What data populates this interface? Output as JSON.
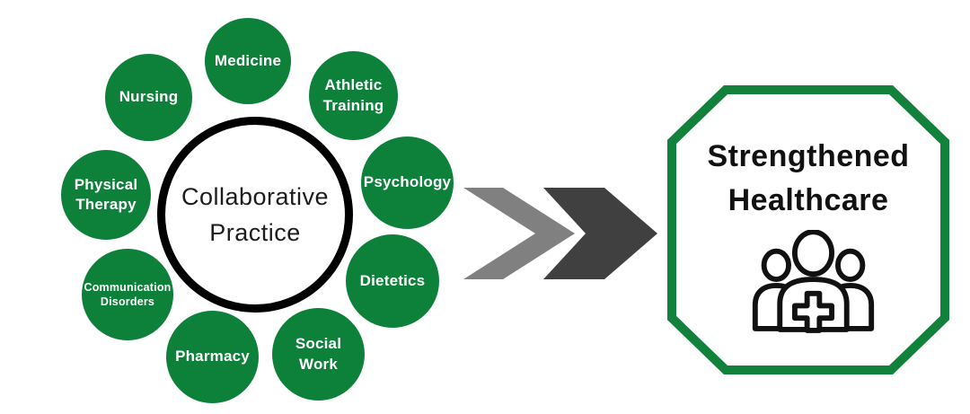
{
  "title": "Collaborative practice to strengthened healthcare diagram",
  "colors": {
    "circle_green": "#0d8039",
    "octagon_green": "#12813c",
    "chevron_light": "#808080",
    "chevron_dark": "#404040",
    "outline_black": "#000000",
    "label_white": "#ffffff"
  },
  "hub": {
    "line1": "Collaborative",
    "line2": "Practice"
  },
  "disciplines": [
    {
      "label": "Medicine"
    },
    {
      "label": "Nursing"
    },
    {
      "label": "Athletic\nTraining"
    },
    {
      "label": "Physical\nTherapy"
    },
    {
      "label": "Psychology"
    },
    {
      "label": "Communication\nDisorders"
    },
    {
      "label": "Dietetics"
    },
    {
      "label": "Pharmacy"
    },
    {
      "label": "Social\nWork"
    }
  ],
  "arrows": {
    "icon": "double-chevron-right-icon"
  },
  "result": {
    "line1": "Strengthened",
    "line2": "Healthcare",
    "icon": "medical-team-icon"
  }
}
